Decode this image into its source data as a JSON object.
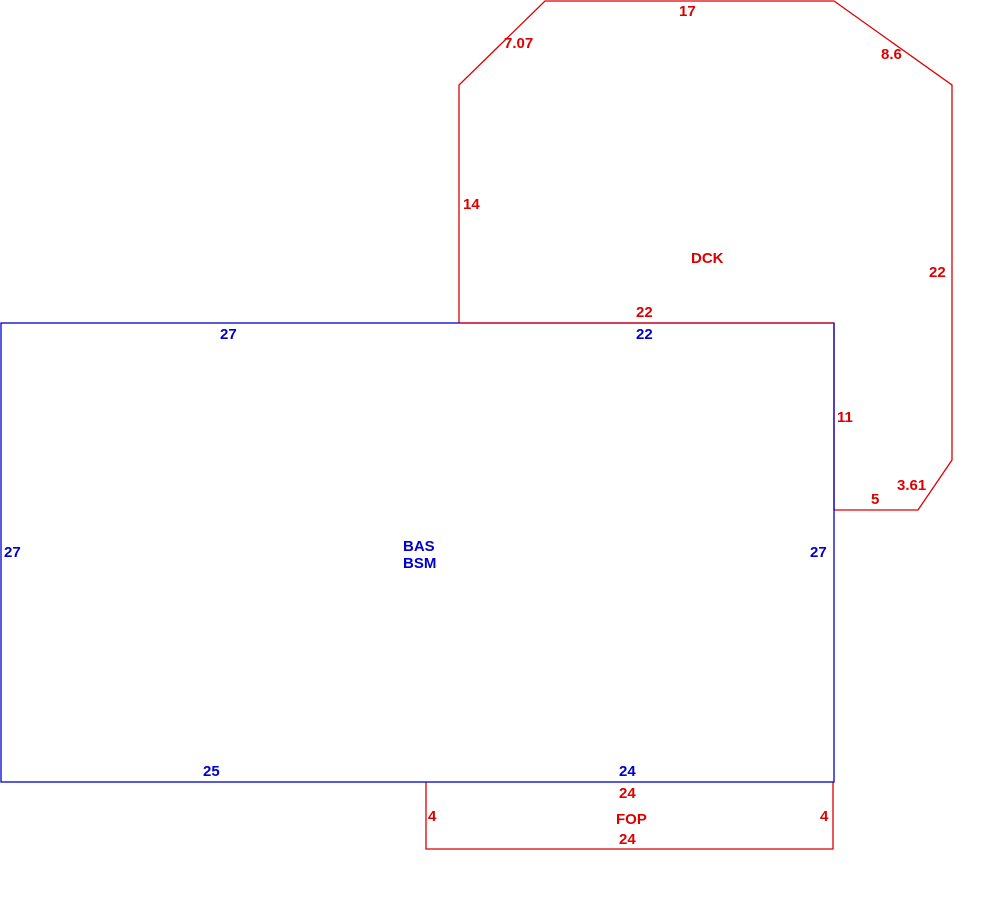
{
  "colors": {
    "main_area": "#0000cc",
    "addition": "#dd0000"
  },
  "areas": {
    "main": {
      "code_1": "BAS",
      "code_2": "BSM"
    },
    "deck": {
      "code": "DCK"
    },
    "porch": {
      "code": "FOP"
    }
  },
  "dimensions": {
    "main": {
      "top_left": "27",
      "top_right": "22",
      "left": "27",
      "right": "27",
      "bottom_left": "25",
      "bottom_right": "24"
    },
    "deck": {
      "top": "17",
      "top_left_diagonal": "7.07",
      "top_right_diagonal": "8.6",
      "left": "14",
      "right": "22",
      "bottom": "22",
      "connector": "11",
      "foot": "5",
      "bottom_right_diagonal": "3.61"
    },
    "porch": {
      "top": "24",
      "bottom": "24",
      "left": "4",
      "right": "4"
    }
  }
}
